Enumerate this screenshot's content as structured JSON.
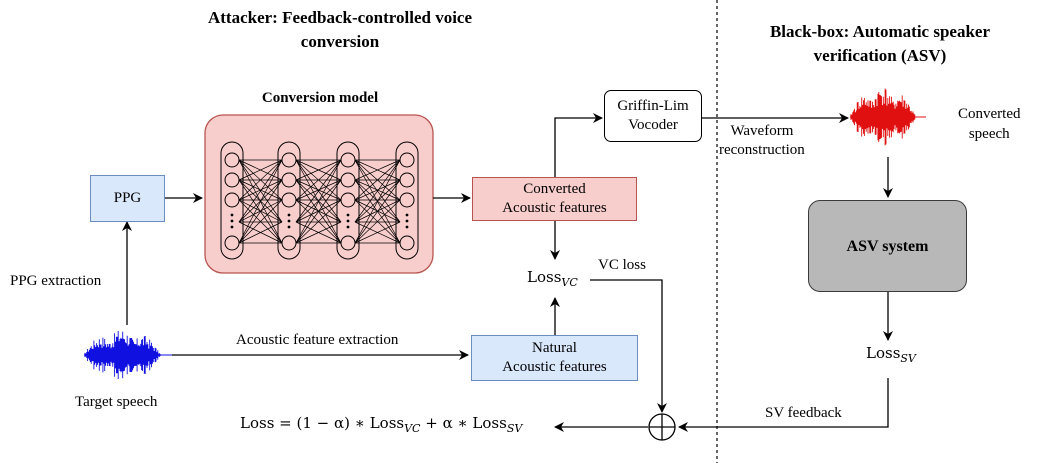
{
  "attacker_title": "Attacker: Feedback-controlled voice conversion",
  "blackbox_title": "Black-box: Automatic speaker verification (ASV)",
  "conversion_model_label": "Conversion model",
  "ppg_box": "PPG",
  "griffin_lim_line1": "Griffin-Lim",
  "griffin_lim_line2": "Vocoder",
  "converted_features_line1": "Converted",
  "converted_features_line2": "Acoustic features",
  "natural_features_line1": "Natural",
  "natural_features_line2": "Acoustic features",
  "asv_system": "ASV system",
  "labels": {
    "ppg_extraction": "PPG extraction",
    "acoustic_feature_extraction": "Acoustic feature extraction",
    "target_speech": "Target speech",
    "vc_loss": "VC loss",
    "waveform_line1": "Waveform",
    "waveform_line2": "reconstruction",
    "converted_speech_line1": "Converted",
    "converted_speech_line2": "speech",
    "sv_feedback": "SV feedback"
  },
  "math": {
    "loss_vc_base": "Loss",
    "loss_vc_sub": "VC",
    "loss_sv_base": "Loss",
    "loss_sv_sub": "SV",
    "total_loss_prefix": "Loss = (1 − α) ∗ Loss",
    "total_loss_vc_sub": "VC",
    "total_loss_mid": " + α ∗ Loss",
    "total_loss_sv_sub": "SV"
  },
  "colors": {
    "target_waveform": "#1010e0",
    "converted_waveform": "#e01010",
    "blue_box_fill": "#dae8fc",
    "pink_box_fill": "#f8cecc",
    "asv_fill": "#b8b8b8"
  }
}
